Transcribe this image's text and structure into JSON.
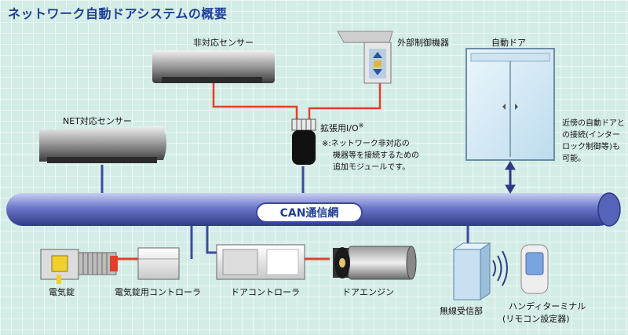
{
  "title": "ネットワーク自動ドアシステムの概要",
  "bus": {
    "label": "CAN通信網"
  },
  "devices": {
    "non_net_sensor": "非対応センサー",
    "external_control": "外部制御機器",
    "auto_door": "自動ドア",
    "net_sensor": "NET対応センサー",
    "expansion_io": "拡張用I/O",
    "expansion_io_mark": "※",
    "electric_lock": "電気錠",
    "lock_controller": "電気錠用コントローラ",
    "door_controller": "ドアコントローラ",
    "door_engine": "ドアエンジン",
    "wireless_receiver": "無線受信部",
    "handy_terminal_line1": "ハンディターミナル",
    "handy_terminal_line2": "(リモコン設定器)"
  },
  "notes": {
    "expansion": [
      "※:ネットワーク非対応の",
      "機器等を接続するための",
      "追加モジュールです。"
    ],
    "neighbor_door": [
      "近傍の自動ドアと",
      "の接続(インター",
      "ロック制御等)も",
      "可能。"
    ]
  },
  "colors": {
    "title": "#1f3f95",
    "bus": "#3b4aa0",
    "red_wire": "#e0402a",
    "blue_wire": "#3b4aa0",
    "background": "#d3ece6"
  }
}
